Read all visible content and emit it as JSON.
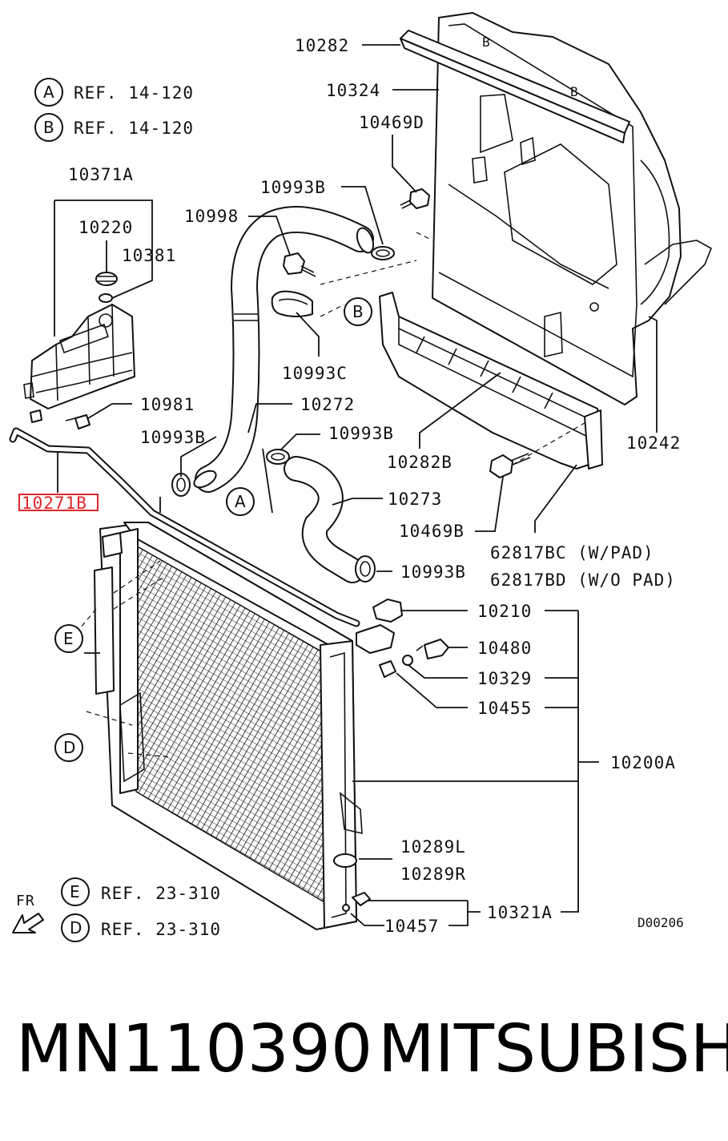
{
  "diagram": {
    "refs": [
      {
        "circle": "A",
        "text": "REF. 14-120"
      },
      {
        "circle": "B",
        "text": "REF. 14-120"
      },
      {
        "circle": "E",
        "text": "REF. 23-310"
      },
      {
        "circle": "D",
        "text": "REF. 23-310"
      }
    ],
    "callouts": {
      "A": "A",
      "B": "B",
      "E": "E",
      "D": "D"
    },
    "part_labels": {
      "p10282": "10282",
      "p10324": "10324",
      "p10469D": "10469D",
      "p10993B_top": "10993B",
      "p10998": "10998",
      "p10371A": "10371A",
      "p10220": "10220",
      "p10381": "10381",
      "p10993C": "10993C",
      "p10981": "10981",
      "p10272": "10272",
      "p10993B_left": "10993B",
      "p10993B_mid": "10993B",
      "p10271B": "10271B",
      "p10282B": "10282B",
      "p10242": "10242",
      "p10273": "10273",
      "p10469B": "10469B",
      "p62817BC": "62817BC (W/PAD)",
      "p62817BD": "62817BD (W/O PAD)",
      "p10993B_low": "10993B",
      "p10210": "10210",
      "p10480": "10480",
      "p10329": "10329",
      "p10455": "10455",
      "p10200A": "10200A",
      "p10289L": "10289L",
      "p10289R": "10289R",
      "p10457": "10457",
      "p10321A": "10321A"
    },
    "fr_label": "FR",
    "drawing_code": "D00206",
    "highlighted_part": "10271B"
  },
  "caption": {
    "part_number": "MN110390",
    "brand": "MITSUBISHI"
  },
  "colors": {
    "line": "#111111",
    "highlight": "#e0262b",
    "background": "#ffffff"
  }
}
